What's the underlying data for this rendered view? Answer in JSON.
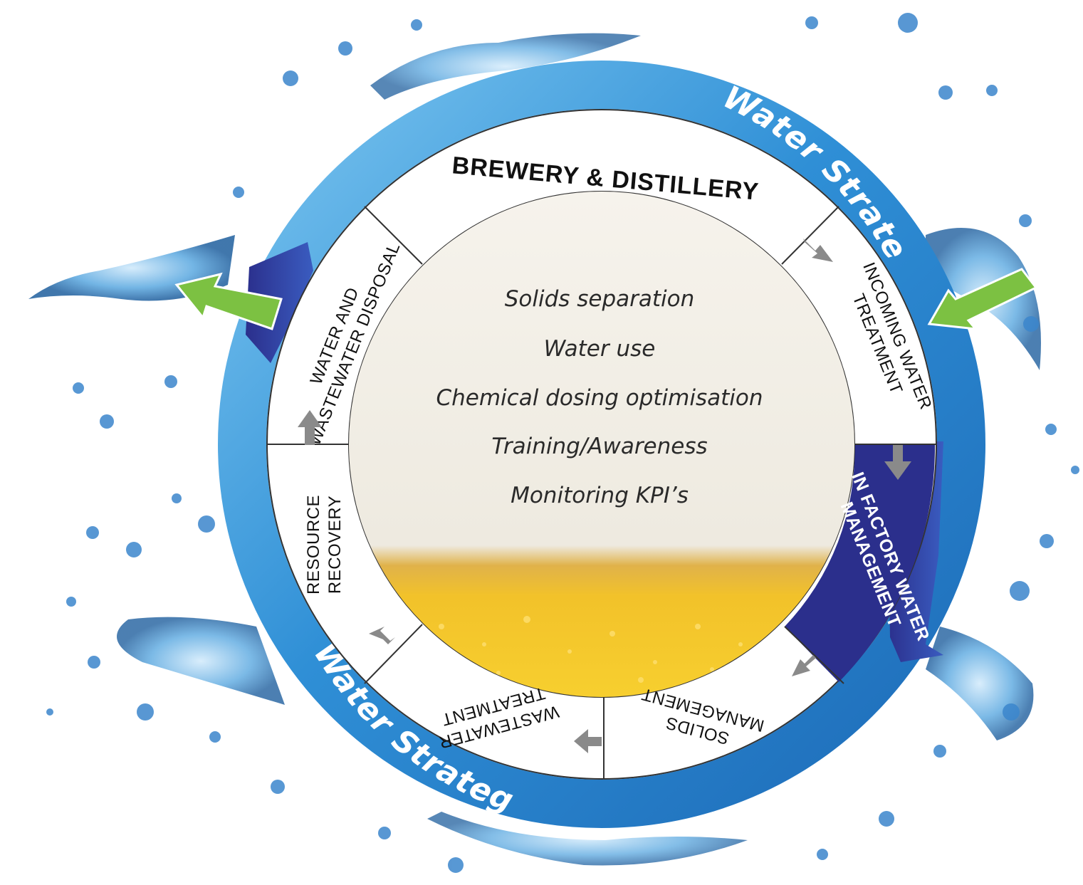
{
  "title": "BREWERY & DISTILLERY",
  "ring_label_top": "Water Strategy",
  "ring_label_bottom": "Water Strategy",
  "segments": [
    {
      "id": "incoming",
      "lines": [
        "INCOMING WATER",
        "TREATMENT"
      ],
      "highlight": false
    },
    {
      "id": "in-factory",
      "lines": [
        "IN FACTORY WATER",
        "MANAGEMENT"
      ],
      "highlight": true
    },
    {
      "id": "solids",
      "lines": [
        "SOLIDS",
        "MANAGEMENT"
      ],
      "highlight": false
    },
    {
      "id": "wastewater",
      "lines": [
        "WASTEWATER",
        "TREATMENT"
      ],
      "highlight": false
    },
    {
      "id": "resource",
      "lines": [
        "RESOURCE",
        "RECOVERY"
      ],
      "highlight": false
    },
    {
      "id": "disposal",
      "lines": [
        "WATER AND",
        "WASTEWATER DISPOSAL"
      ],
      "highlight": false
    }
  ],
  "center_items": [
    "Solids separation",
    "Water use",
    "Chemical dosing optimisation",
    "Training/Awareness",
    "Monitoring KPI’s"
  ],
  "colors": {
    "ring_blue": "#2f8fd6",
    "ring_light": "#7cc6f0",
    "highlight_navy": "#2b2f8c",
    "arrow_green": "#7cc142",
    "arrow_grey": "#8a8a8a",
    "beer_gold": "#f3c22a",
    "foam": "#f1ede4"
  },
  "icons": [
    "water-splash-icon",
    "green-inflow-arrow-icon",
    "green-outflow-arrow-icon",
    "grey-flow-arrow-icon"
  ]
}
